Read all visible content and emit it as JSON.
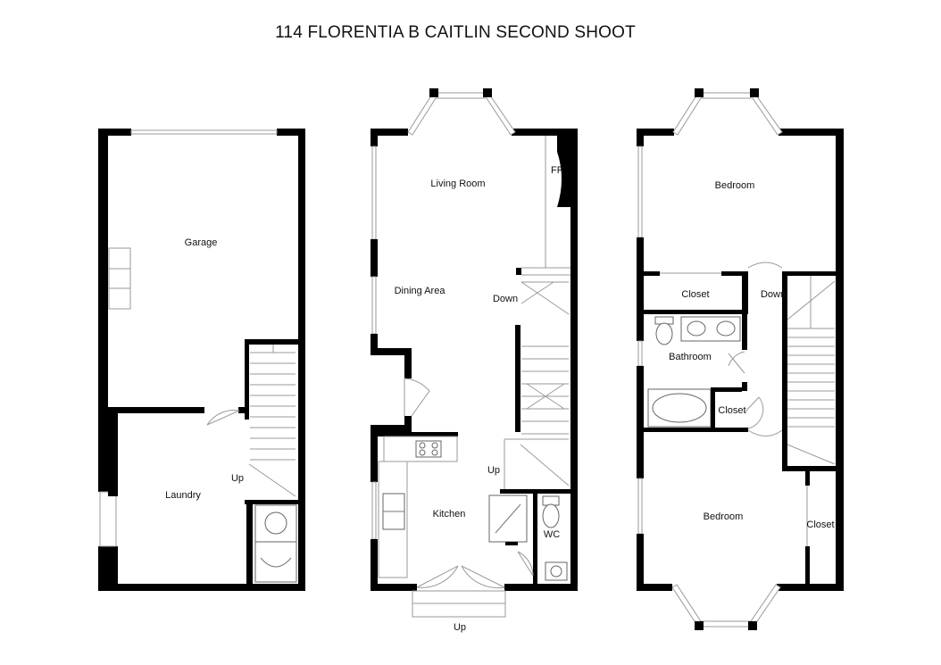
{
  "title": "114 FLORENTIA B CAITLIN SECOND SHOOT",
  "floors": {
    "lower": {
      "rooms": {
        "garage": "Garage",
        "laundry": "Laundry",
        "stairs_up": "Up"
      }
    },
    "main": {
      "rooms": {
        "living_room": "Living Room",
        "fireplace": "FP",
        "dining_area": "Dining Area",
        "stairs_down": "Down",
        "stairs_up": "Up",
        "kitchen": "Kitchen",
        "wc": "WC",
        "entry_up": "Up"
      }
    },
    "upper": {
      "rooms": {
        "bedroom_top": "Bedroom",
        "closet_top": "Closet",
        "stairs_down": "Down",
        "bathroom": "Bathroom",
        "closet_bath": "Closet",
        "bedroom_bottom": "Bedroom",
        "closet_bottom": "Closet"
      }
    }
  }
}
